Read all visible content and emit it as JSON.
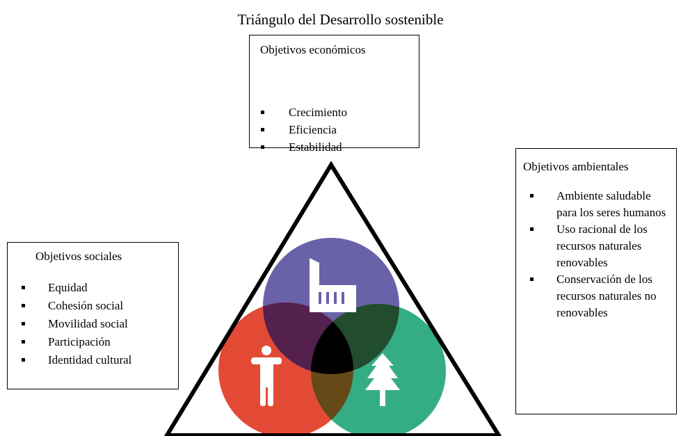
{
  "title": "Triángulo del Desarrollo sostenible",
  "economic": {
    "heading": "Objetivos económicos",
    "items": [
      "Crecimiento",
      "Eficiencia",
      "Estabilidad"
    ],
    "color": "#6a62a8",
    "icon": "factory-icon"
  },
  "social": {
    "heading": "Objetivos sociales",
    "items": [
      "Equidad",
      "Cohesión social",
      "Movilidad social",
      "Participación",
      "Identidad cultural"
    ],
    "color": "#e24a35",
    "icon": "person-icon"
  },
  "environmental": {
    "heading": "Objetivos ambientales",
    "items": [
      "Ambiente saludable para los seres humanos",
      "Uso racional de los recursos naturales renovables",
      "Conservación de los recursos naturales no renovables"
    ],
    "color": "#35ad84",
    "icon": "tree-icon"
  },
  "overlap_colors": {
    "economic_social": "#54214f",
    "economic_environmental": "#214d2e",
    "social_environmental": "#654a18",
    "center": "#000000"
  }
}
